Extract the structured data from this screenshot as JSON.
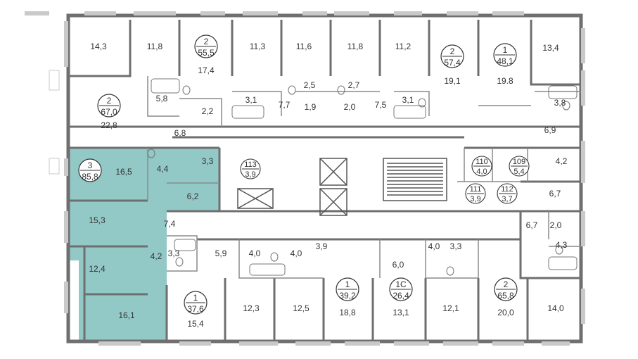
{
  "plan": {
    "highlight_color": "#92c8c6",
    "wall_color": "#6f6f6f",
    "thin_wall_color": "#8a8a8a",
    "window_color": "#c9c9c9",
    "highlighted_apartment": {
      "rooms": "3",
      "area": "85,8"
    },
    "apartments": [
      {
        "rooms": "2",
        "area": "55,5"
      },
      {
        "rooms": "2",
        "area": "57,4"
      },
      {
        "rooms": "1",
        "area": "48,1"
      },
      {
        "rooms": "2",
        "area": "67,0"
      },
      {
        "rooms": "1",
        "area": "39,2"
      },
      {
        "rooms": "1С",
        "area": "26,4"
      },
      {
        "rooms": "2",
        "area": "65,8"
      },
      {
        "rooms": "1",
        "area": "37,6"
      }
    ],
    "storage_units": [
      {
        "number": "113",
        "area": "3,9"
      },
      {
        "number": "110",
        "area": "4,0"
      },
      {
        "number": "109",
        "area": "5,4"
      },
      {
        "number": "111",
        "area": "3,9"
      },
      {
        "number": "112",
        "area": "3,7"
      }
    ],
    "room_areas": [
      "14,3",
      "11,8",
      "17,4",
      "11,3",
      "11,6",
      "11,8",
      "11,2",
      "19,1",
      "19.8",
      "13,4",
      "5,8",
      "2,2",
      "3,1",
      "7,7",
      "2,5",
      "1,9",
      "2,7",
      "2,0",
      "7,5",
      "3,1",
      "3,8",
      "22,8",
      "6,8",
      "6,9",
      "3,3",
      "4,2",
      "6,7",
      "6,7",
      "2,0",
      "4,3",
      "16,5",
      "4,4",
      "6,2",
      "15,3",
      "7,4",
      "3,3",
      "4,2",
      "12,4",
      "16,1",
      "5,9",
      "4,0",
      "4,0",
      "3,9",
      "6,0",
      "4,0",
      "3,3",
      "15,4",
      "12,3",
      "12,5",
      "18,8",
      "13,1",
      "12,1",
      "20,0",
      "14,0"
    ]
  }
}
